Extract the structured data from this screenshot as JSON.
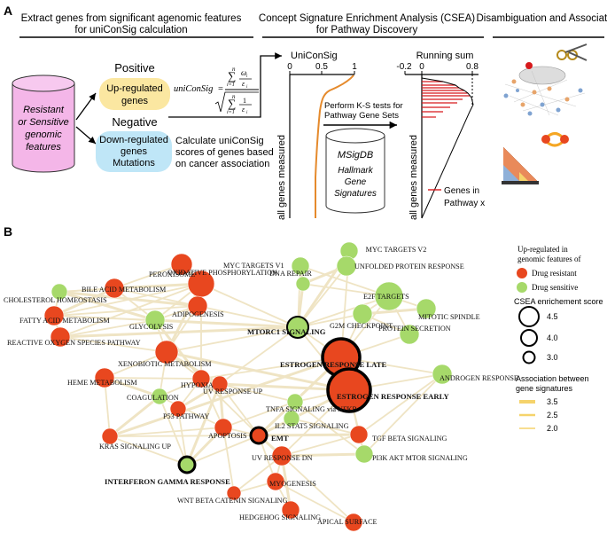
{
  "panel_a": {
    "label": "A",
    "section1_title": [
      "Extract genes from significant agenomic features",
      "for uniConSig calculation"
    ],
    "section2_title": [
      "Concept Signature Enrichment Analysis (CSEA)",
      "for Pathway Discovery"
    ],
    "section3_title": [
      "Disambiguation and Association"
    ],
    "cylinder_text": [
      "Resistant",
      "or Sensitive",
      "genomic",
      "features"
    ],
    "positive_label": "Positive",
    "up_box": [
      "Up-regulated",
      "genes"
    ],
    "negative_label": "Negative",
    "down_box": [
      "Down-regulated",
      "genes",
      "Mutations"
    ],
    "calc_text": [
      "Calculate uniConSig",
      "scores of  genes based",
      "on cancer association"
    ],
    "formula_name": "uniConSig",
    "uniconsig_label": "UniConSig",
    "plot1_ticks": [
      "0",
      "0.5",
      "1"
    ],
    "plot1_ylabel": "all genes measured",
    "ks_text": [
      "Perform K-S tests for",
      "Pathway Gene Sets"
    ],
    "msigdb_text": [
      "MSigDB",
      "Hallmark",
      "Gene",
      "Signatures"
    ],
    "running_sum_label": "Running sum",
    "plot2_ticks": [
      "-0.2",
      "0",
      "0.8"
    ],
    "plot2_ylabel": "all genes measured",
    "genes_in_pathway": [
      "Genes in",
      "Pathway x"
    ]
  },
  "panel_b": {
    "label": "B",
    "legend": {
      "title": [
        "Up-regulated in",
        "genomic features of"
      ],
      "resistant": "Drug resistant",
      "sensitive": "Drug sensitive",
      "csea_title": "CSEA enrichement score",
      "csea_values": [
        "4.5",
        "4.0",
        "3.0"
      ],
      "assoc_title": [
        "Association between",
        "gene signatures"
      ],
      "assoc_values": [
        "3.5",
        "2.5",
        "2.0"
      ]
    },
    "nodes": [
      {
        "label": "MYC TARGETS V2",
        "type": "sensitive",
        "bold": false
      },
      {
        "label": "MYC TARGETS V1",
        "type": "sensitive",
        "bold": false
      },
      {
        "label": "UNFOLDED PROTEIN RESPONSE",
        "type": "sensitive",
        "bold": false
      },
      {
        "label": "PEROXISOME",
        "type": "resistant",
        "bold": false
      },
      {
        "label": "BILE ACID METABOLISM",
        "type": "resistant",
        "bold": false
      },
      {
        "label": "OXIDATIVE PHOSPHORYLATION",
        "type": "resistant",
        "bold": false
      },
      {
        "label": "DNA REPAIR",
        "type": "sensitive",
        "bold": false
      },
      {
        "label": "CHOLESTEROL HOMEOSTASIS",
        "type": "sensitive",
        "bold": false
      },
      {
        "label": "E2F TARGETS",
        "type": "sensitive",
        "bold": false
      },
      {
        "label": "ADIPOGENESIS",
        "type": "resistant",
        "bold": false
      },
      {
        "label": "FATTY ACID METABOLISM",
        "type": "resistant",
        "bold": false
      },
      {
        "label": "MITOTIC SPINDLE",
        "type": "sensitive",
        "bold": false
      },
      {
        "label": "G2M CHECKPOINT",
        "type": "sensitive",
        "bold": false
      },
      {
        "label": "GLYCOLYSIS",
        "type": "sensitive",
        "bold": false
      },
      {
        "label": "REACTIVE OXYGEN SPECIES PATHWAY",
        "type": "resistant",
        "bold": false
      },
      {
        "label": "PROTEIN SECRETION",
        "type": "sensitive",
        "bold": false
      },
      {
        "label": "MTORC1 SIGNALING",
        "type": "sensitive",
        "bold": true
      },
      {
        "label": "XENOBIOTIC METABOLISM",
        "type": "resistant",
        "bold": false
      },
      {
        "label": "ESTROGEN RESPONSE LATE",
        "type": "resistant",
        "bold": true
      },
      {
        "label": "ANDROGEN RESPONSE",
        "type": "sensitive",
        "bold": false
      },
      {
        "label": "HEME METABOLISM",
        "type": "resistant",
        "bold": false
      },
      {
        "label": "HYPOXIA",
        "type": "resistant",
        "bold": false
      },
      {
        "label": "UV RESPONSE UP",
        "type": "resistant",
        "bold": false
      },
      {
        "label": "ESTROGEN RESPONSE EARLY",
        "type": "resistant",
        "bold": true
      },
      {
        "label": "TNFA SIGNALING via NFKB",
        "type": "sensitive",
        "bold": false
      },
      {
        "label": "P53 PATHWAY",
        "type": "resistant",
        "bold": false
      },
      {
        "label": "COAGULATION",
        "type": "sensitive",
        "bold": false
      },
      {
        "label": "IL2 STAT5 SIGNALING",
        "type": "sensitive",
        "bold": false
      },
      {
        "label": "EMT",
        "type": "resistant",
        "bold": true
      },
      {
        "label": "APOPTOSIS",
        "type": "resistant",
        "bold": false
      },
      {
        "label": "KRAS SIGNALING UP",
        "type": "resistant",
        "bold": false
      },
      {
        "label": "TGF BETA SIGNALING",
        "type": "resistant",
        "bold": false
      },
      {
        "label": "PI3K AKT MTOR SIGNALING",
        "type": "sensitive",
        "bold": false
      },
      {
        "label": "UV RESPONSE DN",
        "type": "resistant",
        "bold": false
      },
      {
        "label": "INTERFERON GAMMA RESPONSE",
        "type": "sensitive",
        "bold": true
      },
      {
        "label": "MYOGENESIS",
        "type": "resistant",
        "bold": false
      },
      {
        "label": "WNT BETA CATENIN SIGNALING",
        "type": "resistant",
        "bold": false
      },
      {
        "label": "HEDGEHOG SIGNALING",
        "type": "resistant",
        "bold": false
      },
      {
        "label": "APICAL SURFACE",
        "type": "resistant",
        "bold": false
      }
    ]
  },
  "colors": {
    "resistant": "#e8471f",
    "sensitive": "#a6d96a",
    "edge": "#efe4c4",
    "legend_edge": "#f5d36b",
    "orange_curve": "#e58a2c",
    "red_ticks": "#d7191c",
    "cylinder_pink": "#f4b6e8",
    "up_yellow": "#fbe7a1",
    "down_blue": "#bfe6f7"
  }
}
